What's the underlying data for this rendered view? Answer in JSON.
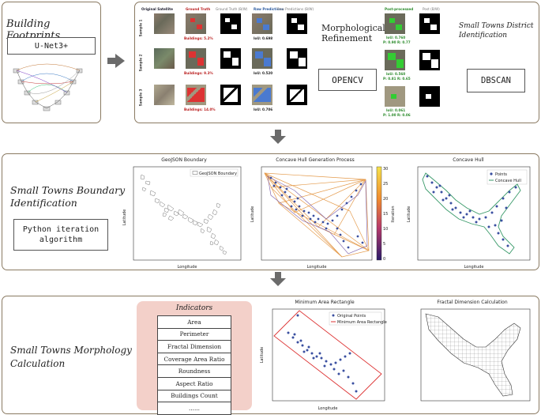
{
  "building_footprints": {
    "title": "Building Footprints",
    "model": "U-Net3+"
  },
  "morphological_refinement": {
    "title_line1": "Morphological",
    "title_line2": "Refinement",
    "opencv": "OPENCV",
    "district_line1": "Small Towns District",
    "district_line2": "Identification",
    "dbscan": "DBSCAN",
    "columns": [
      "Original Satellite",
      "Ground Truth",
      "Ground Truth (B/W)",
      "Raw Predictions",
      "Raw Predictions (B/W)",
      "Post-processed",
      "Post (B/W)"
    ],
    "samples": [
      {
        "label": "Sample 1",
        "buildings": "Buildings: 5.2%",
        "iou": "IoU: 0.698",
        "post1": "IoU: 0.760",
        "post2": "P: 0.90 R: 0.77"
      },
      {
        "label": "Sample 2",
        "buildings": "Buildings: 9.3%",
        "iou": "IoU: 0.520",
        "post1": "IoU: 0.560",
        "post2": "P: 0.81 R: 0.65"
      },
      {
        "label": "Sample 3",
        "buildings": "Buildings: 14.0%",
        "iou": "IoU: 0.706",
        "post1": "IoU: 0.061",
        "post2": "P: 1.00 R: 0.06"
      }
    ]
  },
  "boundary": {
    "title_line1": "Small Towns Boundary",
    "title_line2": "Identification",
    "algo_line1": "Python iteration",
    "algo_line2": "algorithm",
    "plot1": {
      "title": "GeoJSON Boundary",
      "legend": "GeoJSON Boundary",
      "xlabel": "Longitude",
      "ylabel": "Latitude"
    },
    "plot2": {
      "title": "Concave Hull Generation Process",
      "xlabel": "Longitude",
      "ylabel": "Latitude",
      "cbar_label": "Iteration",
      "cbar_ticks": [
        "30",
        "25",
        "20",
        "15",
        "10",
        "5",
        "0"
      ]
    },
    "plot3": {
      "title": "Concave Hull",
      "legend": [
        "Points",
        "Concave Hull"
      ],
      "xlabel": "Longitude",
      "ylabel": "Latitude"
    }
  },
  "morphology": {
    "title_line1": "Small Towns Morphology",
    "title_line2": "Calculation",
    "indicators_title": "Indicators",
    "indicators": [
      "Area",
      "Perimeter",
      "Fractal Dimension",
      "Coverage Area Ratio",
      "Roundness",
      "Aspect Ratio",
      "Buildings Count",
      "......"
    ],
    "plot4": {
      "title": "Minimum Area Rectangle",
      "legend": [
        "Original Points",
        "Minimum Area Rectangle"
      ],
      "xlabel": "Longitude",
      "ylabel": "Latitude"
    },
    "plot5": {
      "title": "Fractal Dimension Calculation"
    }
  },
  "colors": {
    "panel_border": "#8a7a62",
    "indicators_bg": "#f3d0c9",
    "arrow": "#6b6b6b",
    "hull_orange": "#e08a2e",
    "points_blue": "#3a4fa0",
    "rect_red": "#d33"
  }
}
